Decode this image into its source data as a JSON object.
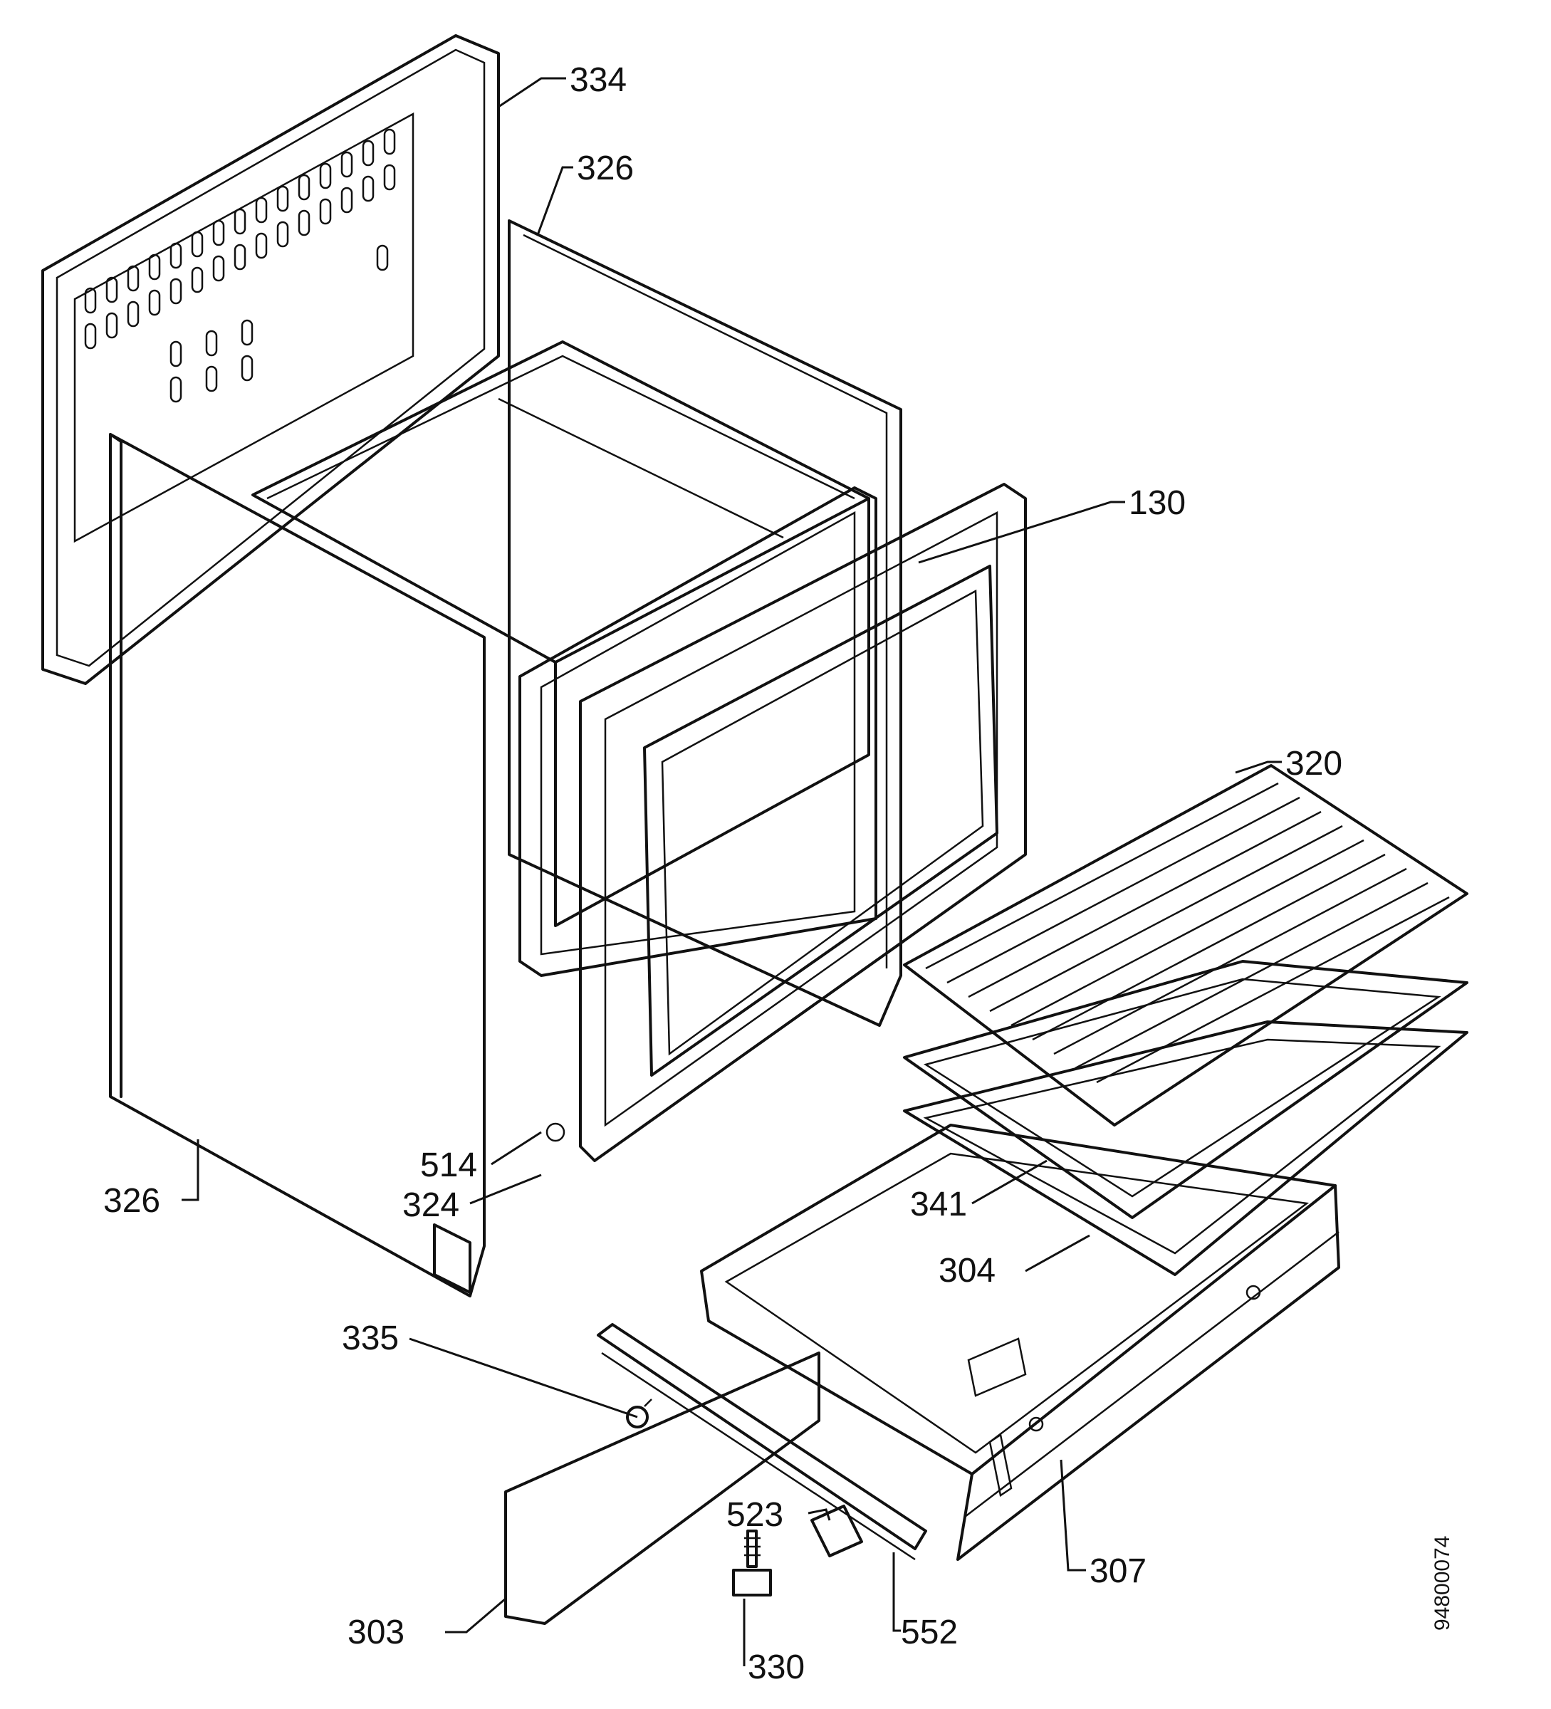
{
  "labels": {
    "p334": "334",
    "p326_top": "326",
    "p130": "130",
    "p320": "320",
    "p514": "514",
    "p324": "324",
    "p326_left": "326",
    "p341": "341",
    "p304": "304",
    "p335": "335",
    "p523": "523",
    "p307": "307",
    "p303": "303",
    "p552": "552",
    "p330": "330"
  },
  "document_id": "94800074"
}
